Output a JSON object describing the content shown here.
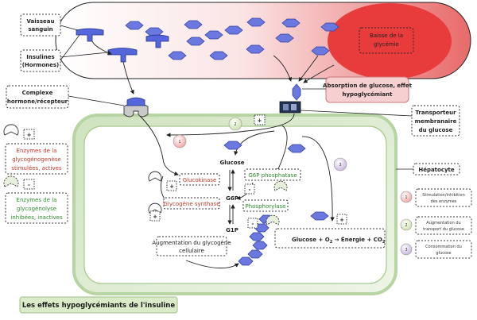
{
  "labels": {
    "vaisseau_l1": "Vaisseau",
    "vaisseau_l2": "sanguin",
    "insulines_l1": "Insulines",
    "insulines_l2": "(Hormones)",
    "complexe_l1": "Complexe",
    "complexe_l2": "hormone/récepteur",
    "baisse_l1": "Baisse de la",
    "baisse_l2": "glycémie",
    "absorption_l1": "Absorption de glucose, effet",
    "absorption_l2": "hypoglycémiant",
    "transporteur_l1": "Transporteur",
    "transporteur_l2": "membranaire",
    "transporteur_l3": "du glucose",
    "hepatocyte": "Hépatocyte",
    "enz_glycogenese_l1": "Enzymes de la",
    "enz_glycogenese_l2": "glycogénogenèse",
    "enz_glycogenese_l3": "stimulées, actives",
    "enz_glycogenolyse_l1": "Enzymes de la",
    "enz_glycogenolyse_l2": "glycogénolyse",
    "enz_glycogenolyse_l3": "inhibées, inactives",
    "glucokinase": "Glucokinase",
    "glycogene_synthase": "Glycogène synthase",
    "g6p_phosphatase": "G6P phosphatase",
    "phosphorylase": "Phosphorylase",
    "glucose_center": "Glucose",
    "g6p": "G6P",
    "g1p": "G1P",
    "augm_glycogene_l1": "Augmentation du glycogène",
    "augm_glycogene_l2": "cellulaire",
    "glucose_eq_a": "Glucose + O",
    "glucose_eq_b": " → Énergie + CO",
    "title": "Les effets hypoglycémiants de l'insuline"
  },
  "signs": {
    "plus": "+",
    "minus": "-"
  },
  "numbers": {
    "n1": "1",
    "n2": "2",
    "n3": "3",
    "sub2": "2"
  },
  "legend": {
    "item1_l1": "Stimulation/inhibition",
    "item1_l2": "des enzymes",
    "item2_l1": "Augmentation du",
    "item2_l2": "transport du glucose",
    "item3_l1": "Consommation du",
    "item3_l2": "glucose"
  },
  "colors": {
    "hexagon": "#6a78e0",
    "insulin": "#5566dd",
    "cell_border": "#b7d5a3",
    "glycemie_red": "#e83c3c",
    "absorption_box": "#f6d0d0",
    "title_box": "#d9ebc8"
  }
}
